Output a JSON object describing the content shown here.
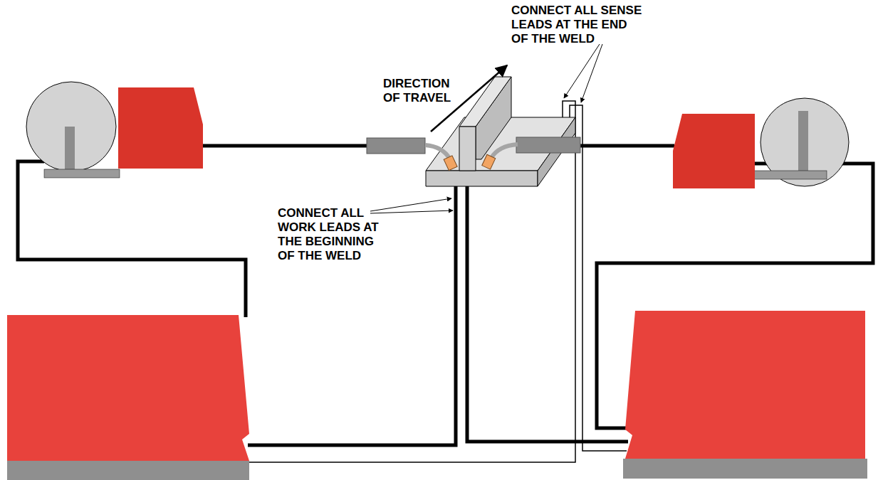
{
  "diagram": {
    "labels": [
      "DIRECTION OF TRAVEL",
      "CONNECT ALL SENSE LEADS AT THE END OF THE WELD",
      "CONNECT ALL WORK LEADS AT THE BEGINNING OF THE WELD"
    ]
  }
}
